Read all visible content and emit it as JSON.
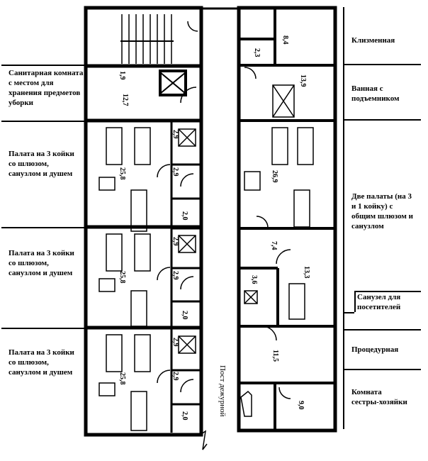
{
  "left_labels": [
    "Санитарная комната с местом для хранения предметов уборки",
    "Палата на 3 койки со шлюзом, санузлом и душем",
    "Палата на 3 койки со шлюзом, санузлом и душем",
    "Палата на 3 койки со шлюзом, санузлом и душем"
  ],
  "right_labels": [
    "Клизменная",
    "Ванная с подъемником",
    "Две палаты (на 3 и 1 койку) с общим шлюзом и санузлом",
    "Санузел для посетителей",
    "Процедурная",
    "Комната сестры-хозяйки"
  ],
  "corridor_label": "Пост дежурной",
  "areas": {
    "klizm": "8,4",
    "wc_small": "2,3",
    "bath": "13,9",
    "san": "12,7",
    "san_wc": "1,9",
    "w1": "25,8",
    "w1_wc": "2,9",
    "w1_sluice": "2,9",
    "w1_wc2": "2,0",
    "w2": "25,8",
    "w2_wc": "2,9",
    "w2_sluice": "2,9",
    "w2_wc2": "2,0",
    "w3": "25,8",
    "w3_wc": "2,9",
    "w3_sluice": "2,9",
    "w3_wc2": "2,0",
    "rw": "26,9",
    "sluice": "7,4",
    "rw2": "13,3",
    "rwc": "3,6",
    "proc": "11,5",
    "sister": "9,0"
  }
}
